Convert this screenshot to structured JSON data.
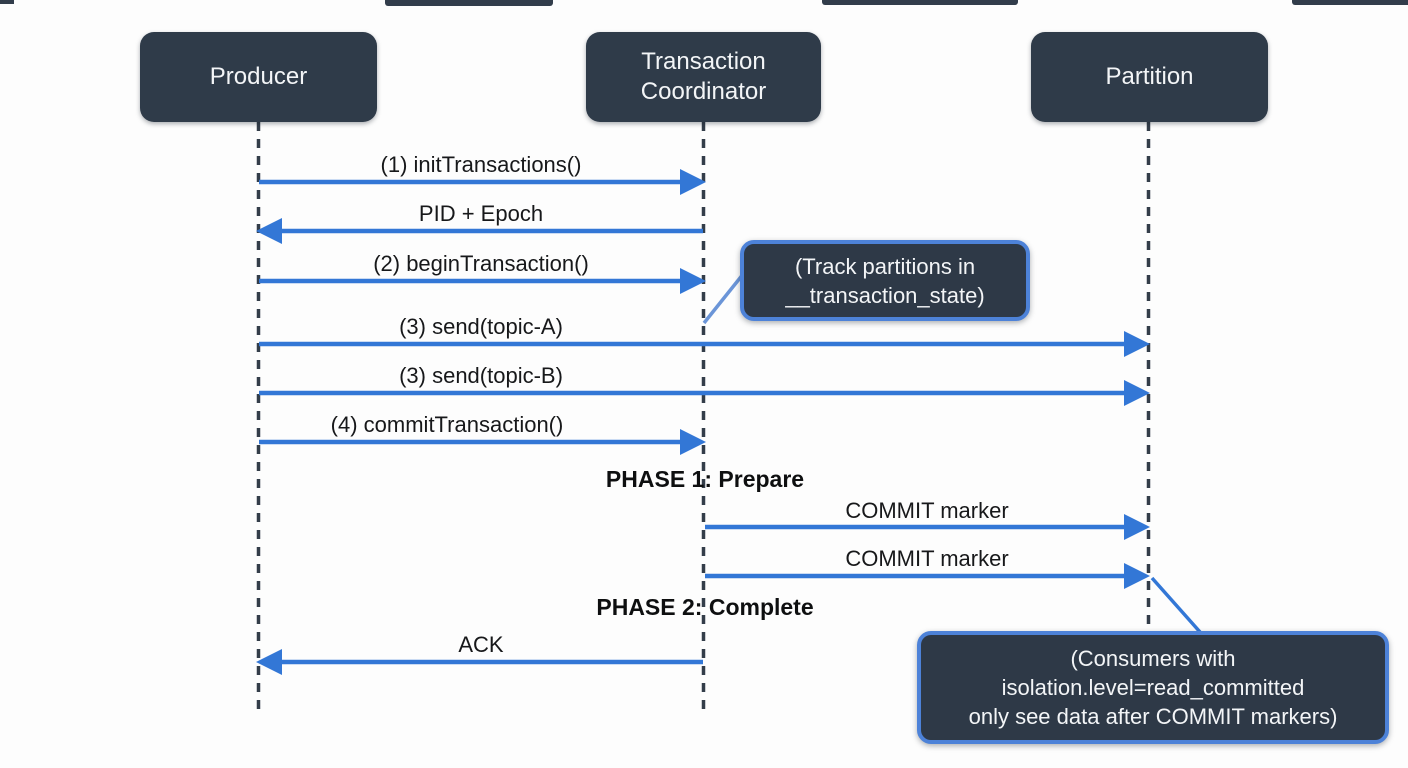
{
  "diagram": {
    "type": "sequence-diagram",
    "topic": "Kafka transactional producer commit flow",
    "actors": [
      {
        "id": "producer",
        "label": "Producer"
      },
      {
        "id": "coordinator",
        "label": "Transaction Coordinator"
      },
      {
        "id": "partition",
        "label": "Partition"
      }
    ],
    "messages": [
      {
        "label": "(1) initTransactions()",
        "from": "Producer",
        "to": "Transaction Coordinator",
        "direction": "right"
      },
      {
        "label": "PID + Epoch",
        "from": "Transaction Coordinator",
        "to": "Producer",
        "direction": "left"
      },
      {
        "label": "(2) beginTransaction()",
        "from": "Producer",
        "to": "Transaction Coordinator",
        "direction": "right"
      },
      {
        "label": "(3) send(topic-A)",
        "from": "Producer",
        "to": "Partition",
        "direction": "right"
      },
      {
        "label": "(3) send(topic-B)",
        "from": "Producer",
        "to": "Partition",
        "direction": "right"
      },
      {
        "label": "(4) commitTransaction()",
        "from": "Producer",
        "to": "Transaction Coordinator",
        "direction": "right"
      },
      {
        "label": "COMMIT marker",
        "from": "Transaction Coordinator",
        "to": "Partition",
        "direction": "right"
      },
      {
        "label": "COMMIT marker",
        "from": "Transaction Coordinator",
        "to": "Partition",
        "direction": "right"
      },
      {
        "label": "ACK",
        "from": "Transaction Coordinator",
        "to": "Producer",
        "direction": "left"
      }
    ],
    "phases": [
      {
        "label": "PHASE 1: Prepare"
      },
      {
        "label": "PHASE 2: Complete"
      }
    ],
    "notes": [
      {
        "attached_to": "Transaction Coordinator",
        "line1": "(Track partitions in",
        "line2": "__transaction_state)"
      },
      {
        "attached_to": "Partition",
        "line1": "(Consumers with",
        "line2": "isolation.level=read_committed",
        "line3": "only see data after COMMIT markers)"
      }
    ],
    "colors": {
      "background": "#fdfdfd",
      "actor_box_fill": "#2f3b49",
      "actor_text": "#f3f5f7",
      "arrow_blue": "#3377d6",
      "note_fill": "#2e3947",
      "note_border": "#4d82d8",
      "lifeline": "#333d49",
      "label_text": "#17181a"
    }
  }
}
